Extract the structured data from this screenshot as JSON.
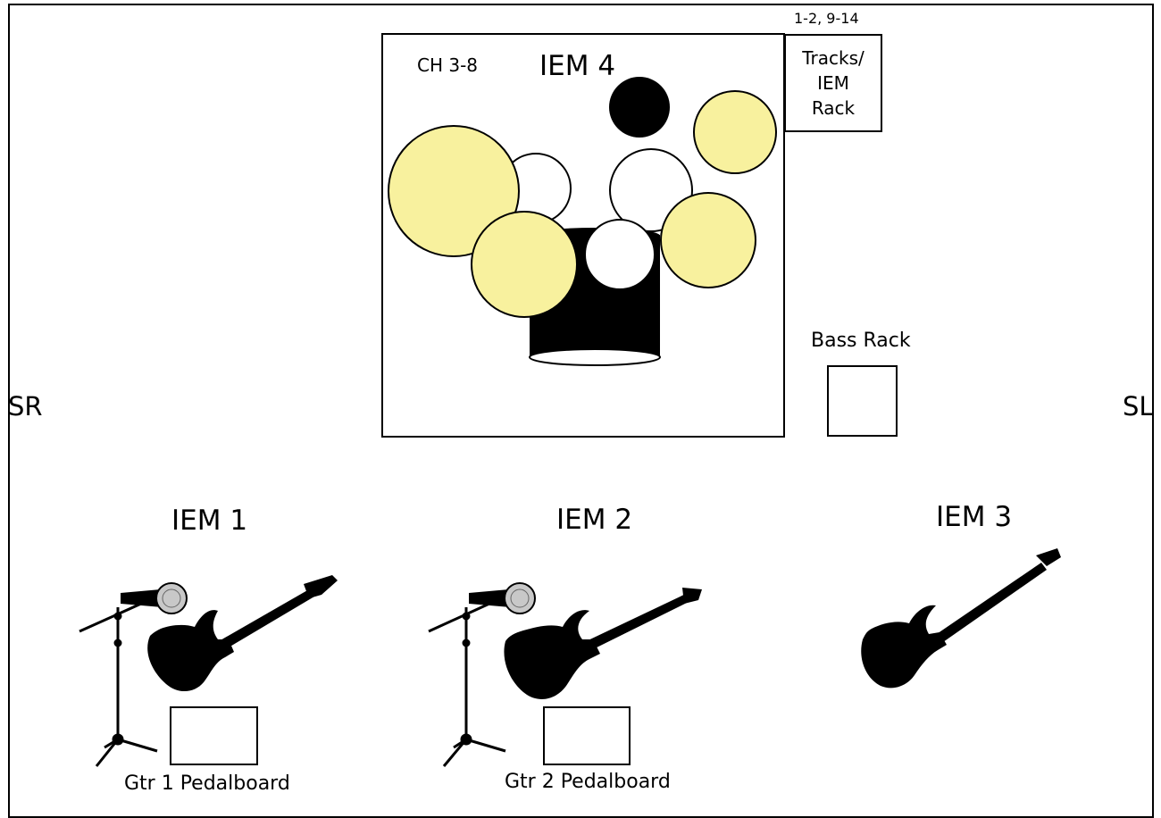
{
  "stage": {
    "side_left": "SR",
    "side_right": "SL"
  },
  "drum_riser": {
    "channels": "CH 3-8",
    "iem": "IEM 4"
  },
  "tracks_rack": {
    "channels": "1-2, 9-14",
    "label_line1": "Tracks/",
    "label_line2": "IEM",
    "label_line3": "Rack"
  },
  "bass_rack": {
    "label": "Bass Rack"
  },
  "positions": [
    {
      "iem": "IEM 1",
      "pedalboard": "Gtr 1 Pedalboard"
    },
    {
      "iem": "IEM 2",
      "pedalboard": "Gtr 2 Pedalboard"
    },
    {
      "iem": "IEM 3"
    }
  ],
  "icons": {
    "cymbal_color": "#f8f19e",
    "drum_color": "#ffffff",
    "kick_color": "#000000",
    "instruments": [
      "microphone-stand-icon",
      "electric-guitar-icon",
      "bass-guitar-icon"
    ]
  }
}
